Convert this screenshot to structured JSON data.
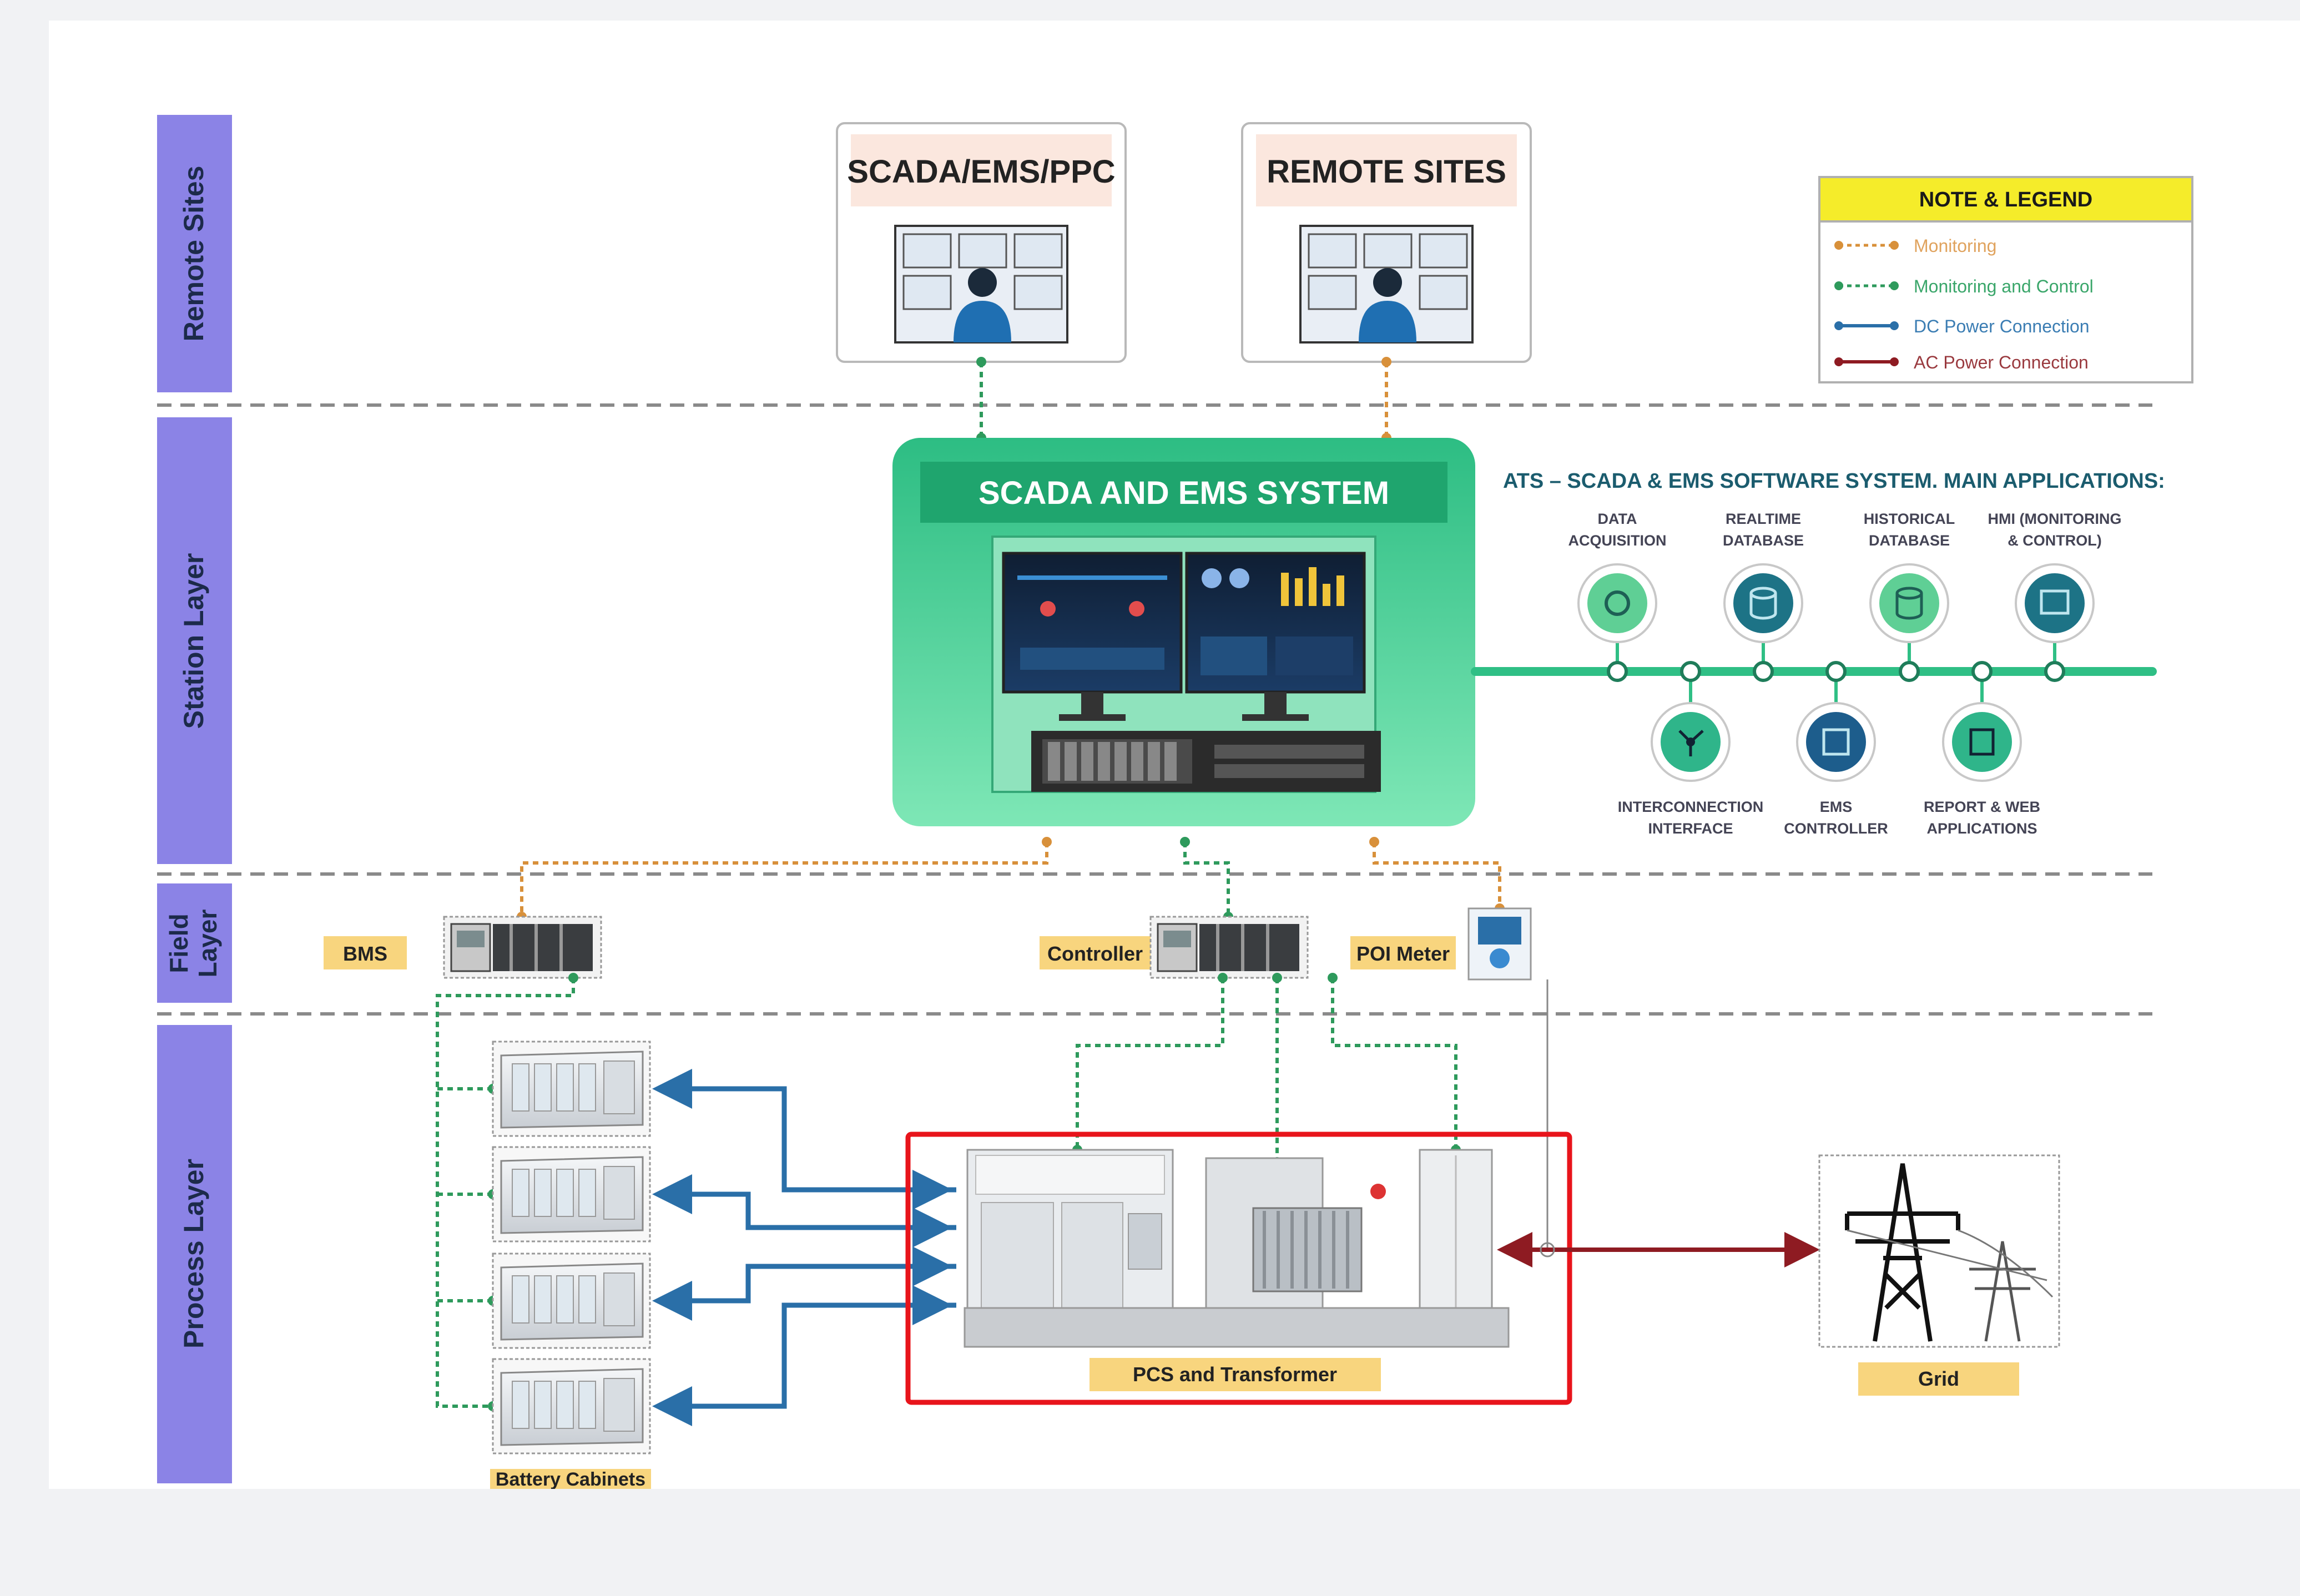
{
  "layers": {
    "remote": "Remote Sites",
    "station": "Station Layer",
    "field1": "Field",
    "field2": "Layer",
    "process": "Process Layer"
  },
  "remote_boxes": {
    "scada_title": "SCADA/EMS/PPC",
    "remote_title": "REMOTE SITES"
  },
  "legend": {
    "title": "NOTE & LEGEND",
    "items": [
      "Monitoring",
      "Monitoring and Control",
      "DC Power Connection",
      "AC Power Connection"
    ],
    "colors": [
      "#d8903a",
      "#2e9a5c",
      "#2a6fa8",
      "#8e1b22"
    ]
  },
  "station": {
    "system_title": "SCADA AND EMS SYSTEM",
    "apps_heading": "ATS – SCADA & EMS SOFTWARE SYSTEM. MAIN APPLICATIONS:",
    "top_apps": [
      {
        "l1": "DATA",
        "l2": "ACQUISITION",
        "icon": "data-acquisition-icon"
      },
      {
        "l1": "REALTIME",
        "l2": "DATABASE",
        "icon": "realtime-database-icon"
      },
      {
        "l1": "HISTORICAL",
        "l2": "DATABASE",
        "icon": "historical-database-icon"
      },
      {
        "l1": "HMI (MONITORING",
        "l2": "& CONTROL)",
        "icon": "hmi-icon"
      }
    ],
    "bottom_apps": [
      {
        "l1": "INTERCONNECTION",
        "l2": "INTERFACE",
        "icon": "interconnection-icon"
      },
      {
        "l1": "EMS",
        "l2": "CONTROLLER",
        "icon": "ems-controller-icon"
      },
      {
        "l1": "REPORT & WEB",
        "l2": "APPLICATIONS",
        "icon": "report-web-icon"
      }
    ]
  },
  "field": {
    "bms": "BMS",
    "controller": "Controller",
    "poi_meter": "POI Meter"
  },
  "process": {
    "battery_label": "Battery Cabinets",
    "pcs_label": "PCS and Transformer",
    "grid_label": "Grid"
  },
  "colors": {
    "layer_band": "#8b83e6",
    "label_fill": "#f8d57e",
    "station_green": "#2fbf85",
    "highlight_red": "#e8141b",
    "dc_blue": "#2a6fa8",
    "ac_red": "#8e1b22",
    "monitoring_orange": "#d8903a",
    "control_green": "#2e9a5c"
  }
}
